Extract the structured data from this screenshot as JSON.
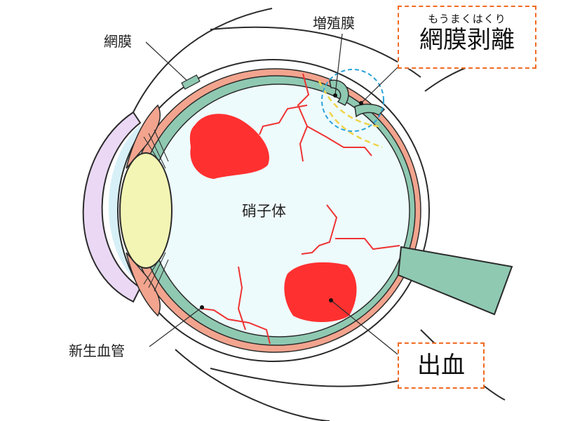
{
  "labels": {
    "retina": "網膜",
    "proliferative_membrane": "増殖膜",
    "vitreous": "硝子体",
    "neovascularization": "新生血管"
  },
  "callouts": {
    "retinal_detachment": {
      "reading": "もうまくはくり",
      "title": "網膜剥離"
    },
    "hemorrhage": {
      "title": "出血"
    }
  },
  "colors": {
    "sclera_outline": "#2b2b2b",
    "choroid": "#f2a48e",
    "retina": "#8fc9b2",
    "vitreous": "#eefbfd",
    "cornea": "#ead8f5",
    "anterior_chamber": "#d7f0f8",
    "lens": "#f3f5b4",
    "blood": "#ff3030",
    "vessel": "#ee3333",
    "callout_border": "#f26a22",
    "highlight_circle": "#2aa3d8",
    "highlight_dash": "#f0d34a"
  }
}
